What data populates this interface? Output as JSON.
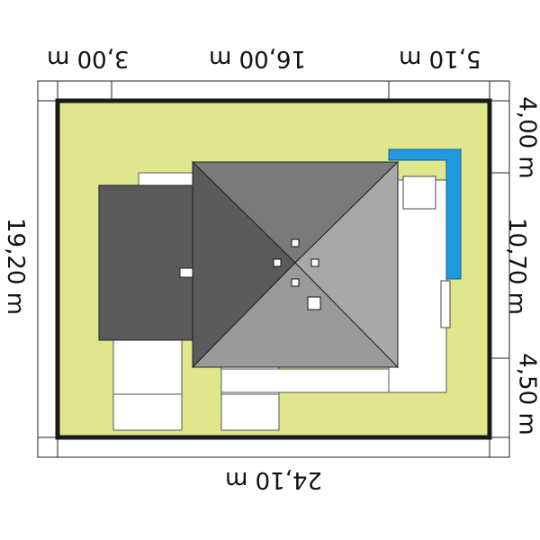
{
  "dimensions": {
    "top_left": "3,00 m",
    "top_center": "16,00 m",
    "top_right": "5,10 m",
    "bottom": "24,10 m",
    "left": "19,20 m",
    "right_top": "4,00 m",
    "right_middle": "10,70 m",
    "right_bottom": "4,50 m"
  },
  "colors": {
    "plot": "#dfe68c",
    "border": "#1a1a1a",
    "roof_dark": "#5a5a5a",
    "roof_light": "#a8a8a8",
    "roof_mid": "#7a7a7a",
    "pool": "#1f9ae0",
    "paving": "#ffffff"
  }
}
